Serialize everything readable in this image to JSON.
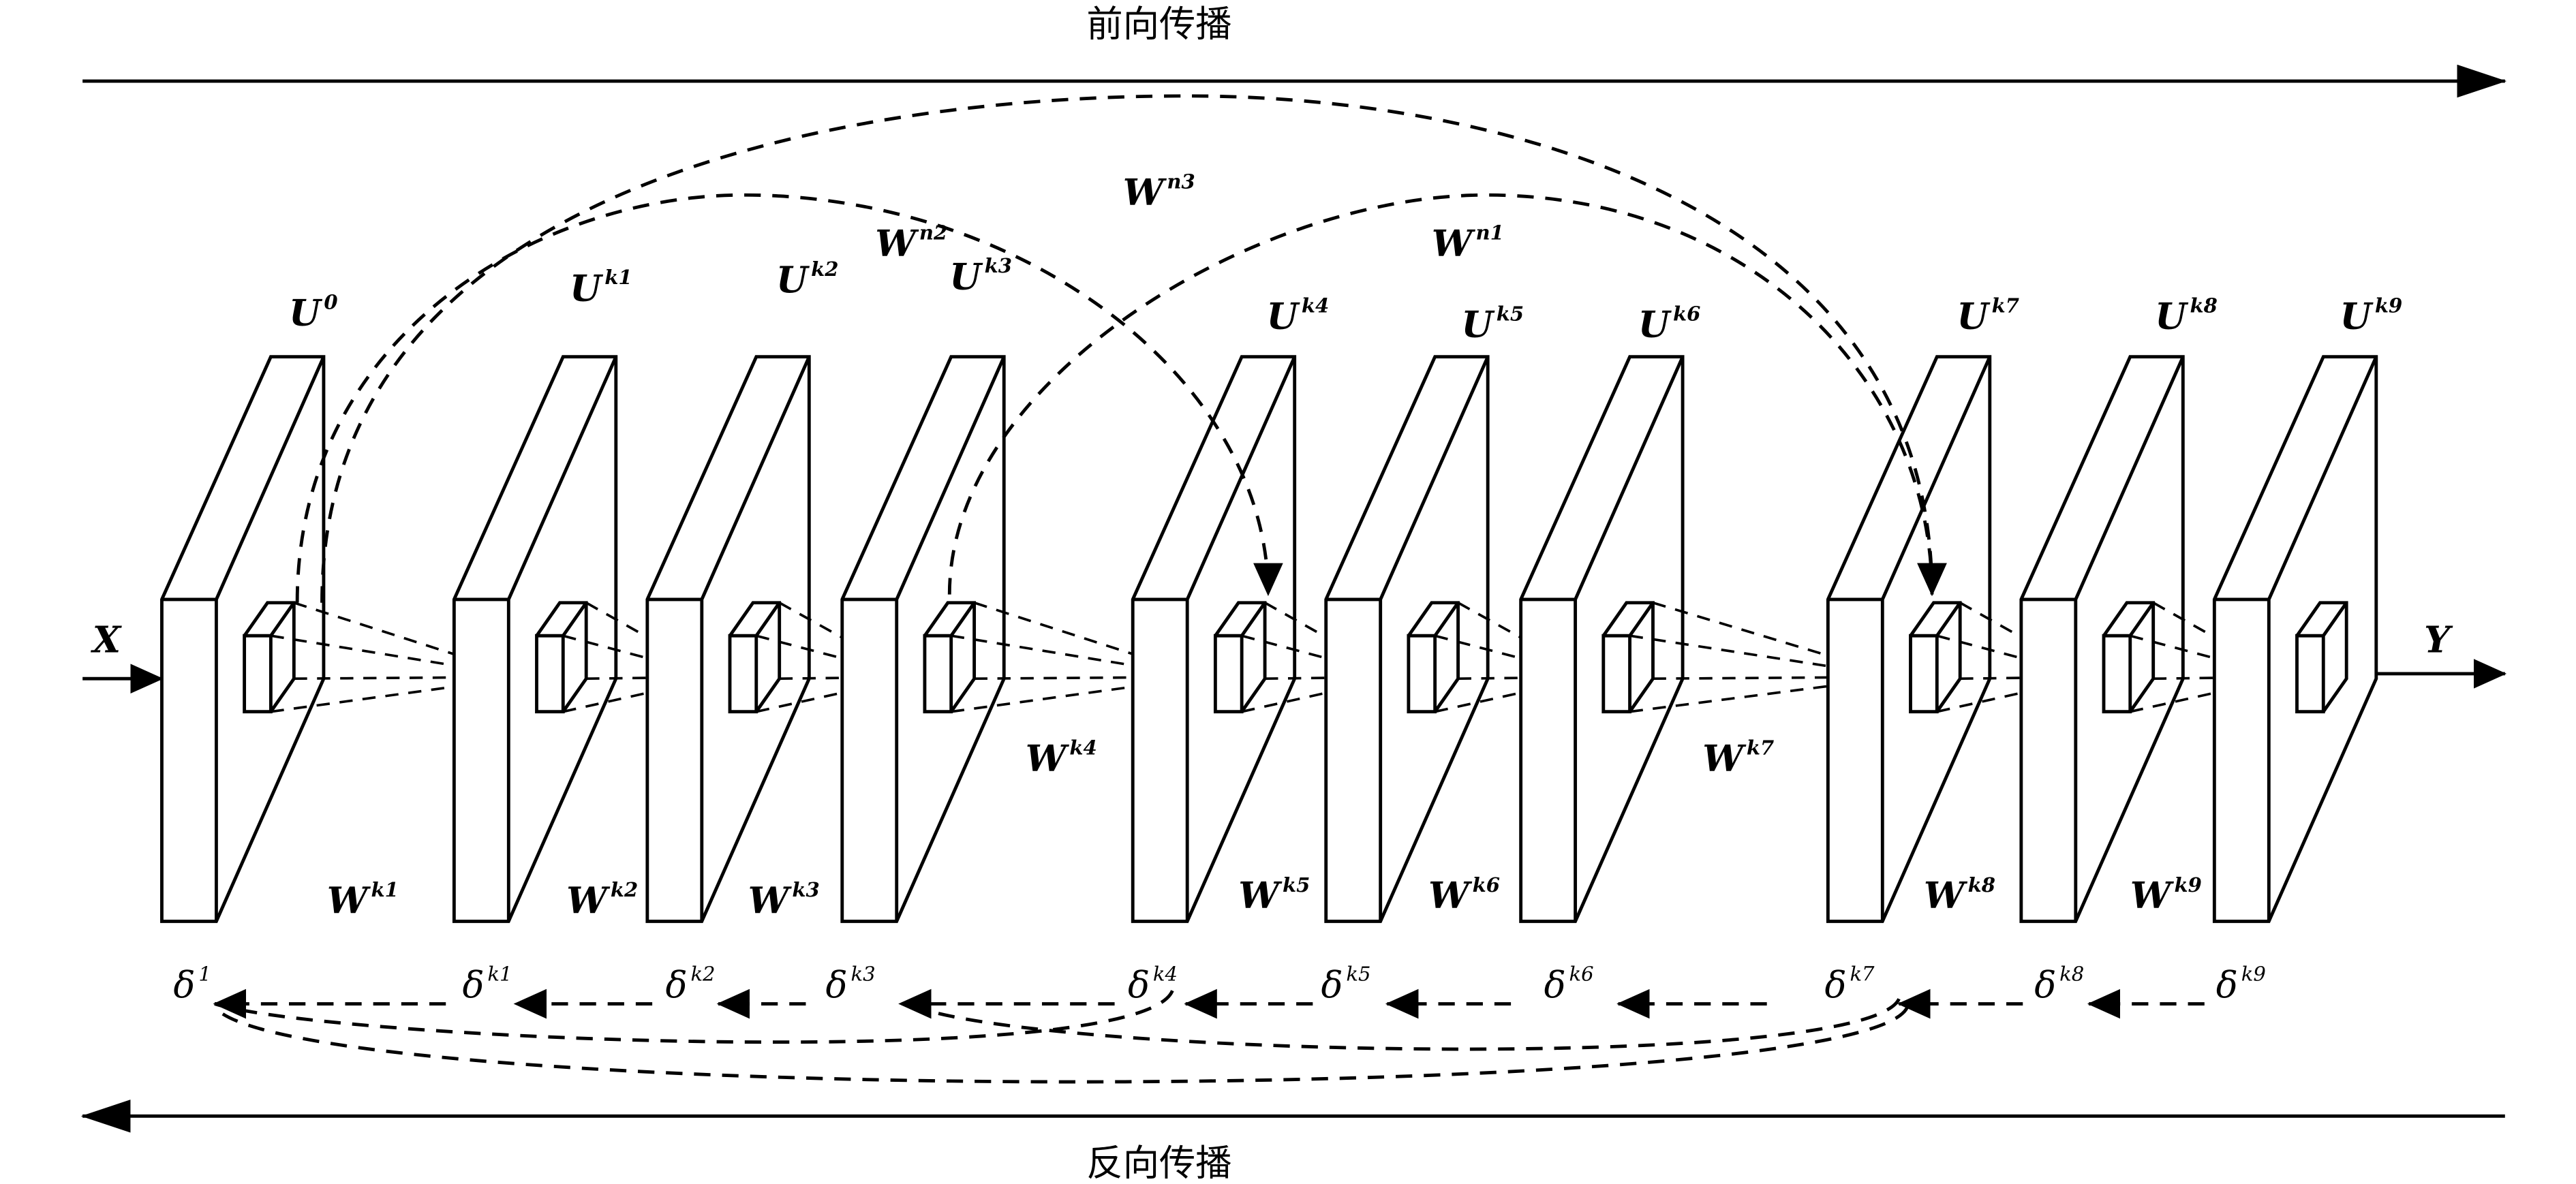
{
  "titles": {
    "forward": "前向传播",
    "backward": "反向传播"
  },
  "input_label": "X",
  "output_label": "Y",
  "layer_labels": [
    {
      "base": "U",
      "sup": "0"
    },
    {
      "base": "U",
      "sup": "k1"
    },
    {
      "base": "U",
      "sup": "k2"
    },
    {
      "base": "U",
      "sup": "k3"
    },
    {
      "base": "U",
      "sup": "k4"
    },
    {
      "base": "U",
      "sup": "k5"
    },
    {
      "base": "U",
      "sup": "k6"
    },
    {
      "base": "U",
      "sup": "k7"
    },
    {
      "base": "U",
      "sup": "k8"
    },
    {
      "base": "U",
      "sup": "k9"
    }
  ],
  "weight_labels": [
    {
      "base": "W",
      "sup": "k1"
    },
    {
      "base": "W",
      "sup": "k2"
    },
    {
      "base": "W",
      "sup": "k3"
    },
    {
      "base": "W",
      "sup": "k4"
    },
    {
      "base": "W",
      "sup": "k5"
    },
    {
      "base": "W",
      "sup": "k6"
    },
    {
      "base": "W",
      "sup": "k7"
    },
    {
      "base": "W",
      "sup": "k8"
    },
    {
      "base": "W",
      "sup": "k9"
    }
  ],
  "skip_labels": [
    {
      "base": "W",
      "sup": "n3"
    },
    {
      "base": "W",
      "sup": "n2"
    },
    {
      "base": "W",
      "sup": "n1"
    }
  ],
  "delta_labels": [
    {
      "base": "δ",
      "sup": "1"
    },
    {
      "base": "δ",
      "sup": "k1"
    },
    {
      "base": "δ",
      "sup": "k2"
    },
    {
      "base": "δ",
      "sup": "k3"
    },
    {
      "base": "δ",
      "sup": "k4"
    },
    {
      "base": "δ",
      "sup": "k5"
    },
    {
      "base": "δ",
      "sup": "k6"
    },
    {
      "base": "δ",
      "sup": "k7"
    },
    {
      "base": "δ",
      "sup": "k8"
    },
    {
      "base": "δ",
      "sup": "k9"
    }
  ]
}
